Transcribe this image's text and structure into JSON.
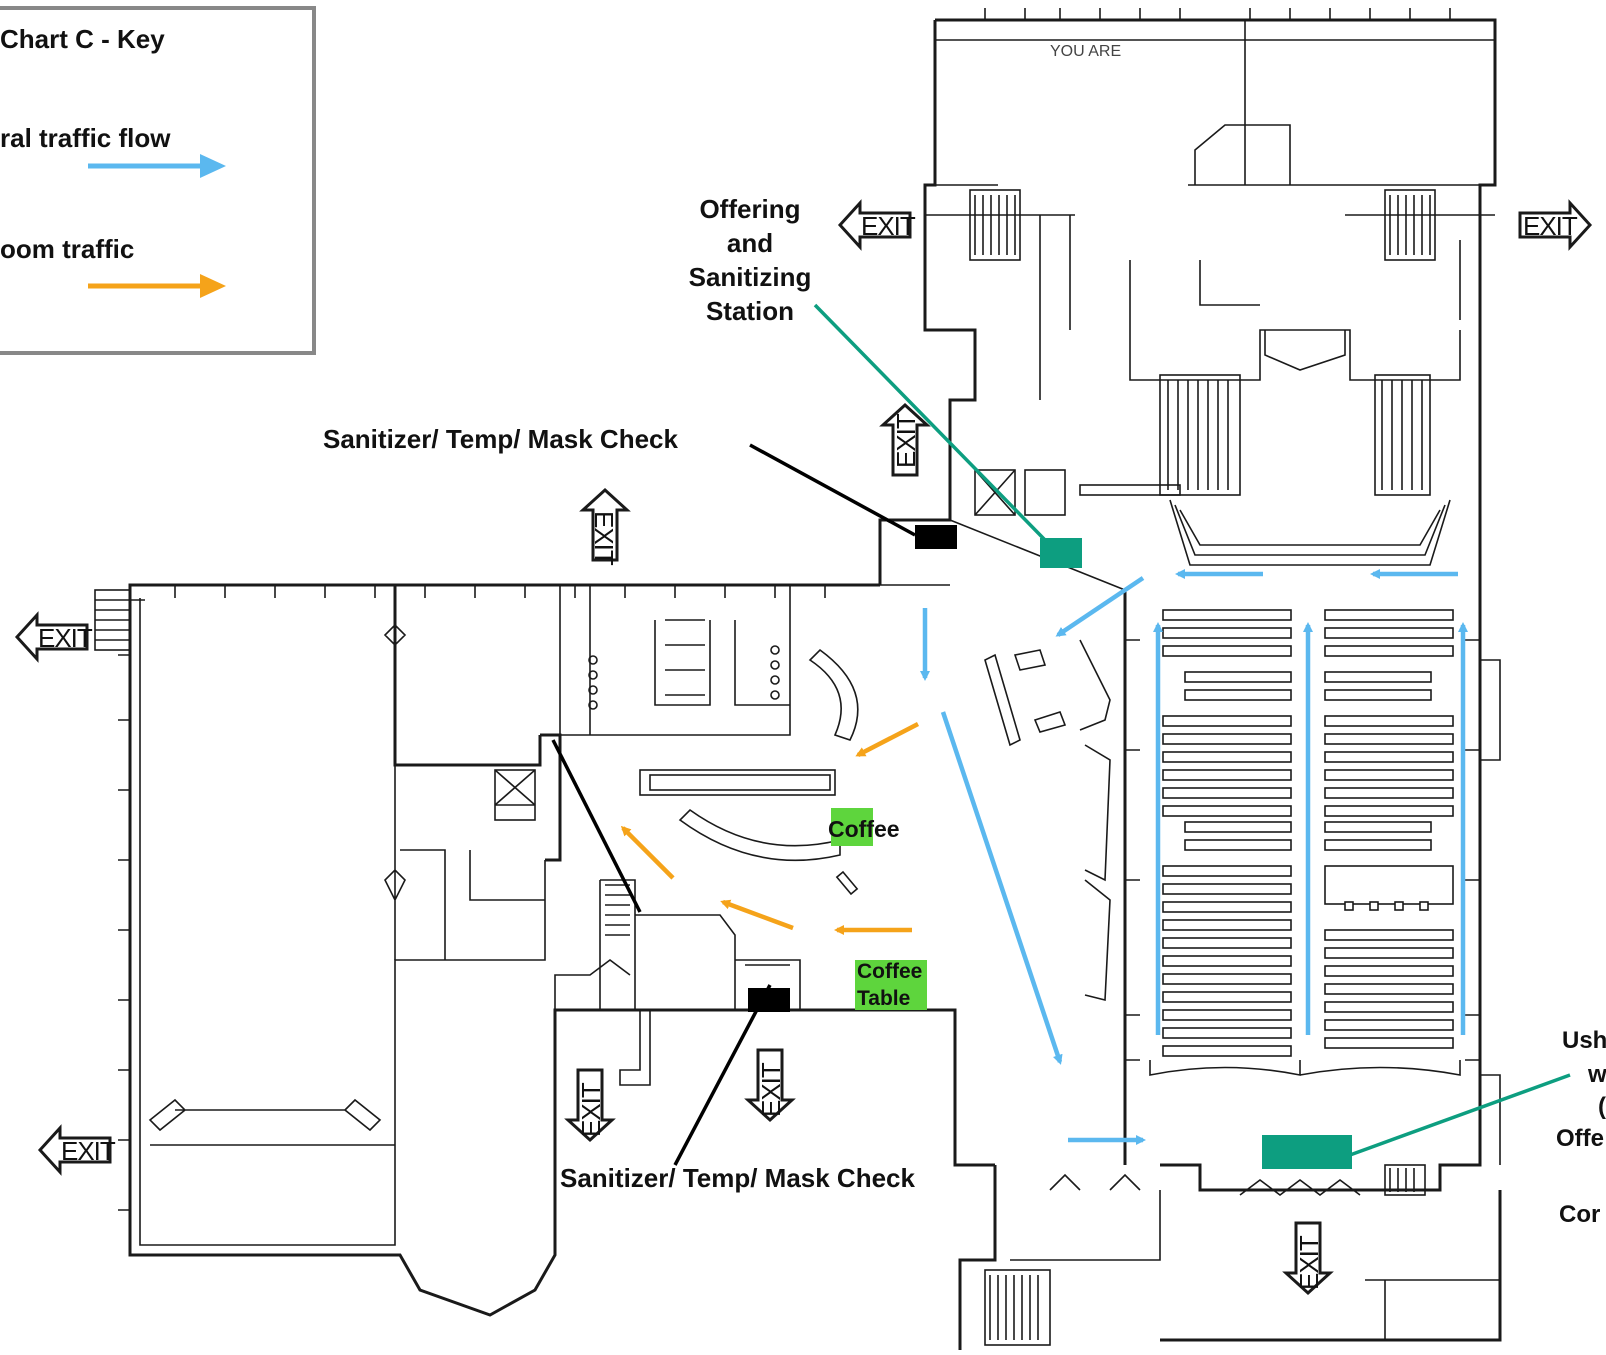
{
  "key": {
    "title": "Chart C -  Key",
    "general_label": "ral traffic flow",
    "room_label": "oom traffic"
  },
  "labels": {
    "offering_station": [
      "Offering",
      "and",
      "Sanitizing",
      "Station"
    ],
    "check_top": "Sanitizer/ Temp/ Mask Check",
    "check_bottom": "Sanitizer/ Temp/ Mask Check",
    "coffee": "Coffee",
    "coffee_table": [
      "Coffee",
      "Table"
    ],
    "usher_note": [
      "Ush",
      "w",
      "(",
      "Offe",
      "Cor"
    ],
    "exit": "EXIT",
    "you_are": "YOU ARE"
  },
  "colors": {
    "general_flow": "#5bb8ef",
    "room_flow": "#f5a31a",
    "station": "#0d9e80",
    "coffee": "#5ed53d",
    "check_marker": "#000000",
    "leader_green": "#0d9e80",
    "leader_black": "#000000"
  }
}
